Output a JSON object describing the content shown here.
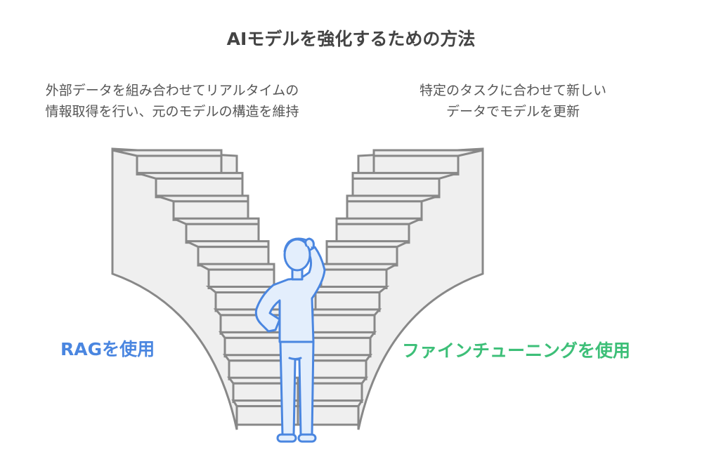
{
  "title": "AIモデルを強化するための方法",
  "left": {
    "description_lines": [
      "外部データを組み合わせてリアルタイムの",
      "情報取得を行い、元のモデルの構造を維持"
    ],
    "label": "RAGを使用"
  },
  "right": {
    "description_lines": [
      "特定のタスクに合わせて新しい",
      "データでモデルを更新"
    ],
    "label": "ファインチューニングを使用"
  },
  "colors": {
    "stair_fill": "#efefef",
    "stair_stroke": "#888888",
    "person_fill": "#e3eefc",
    "person_stroke": "#4a86e0",
    "left_label": "#4a86e0",
    "right_label": "#3dbf78"
  }
}
